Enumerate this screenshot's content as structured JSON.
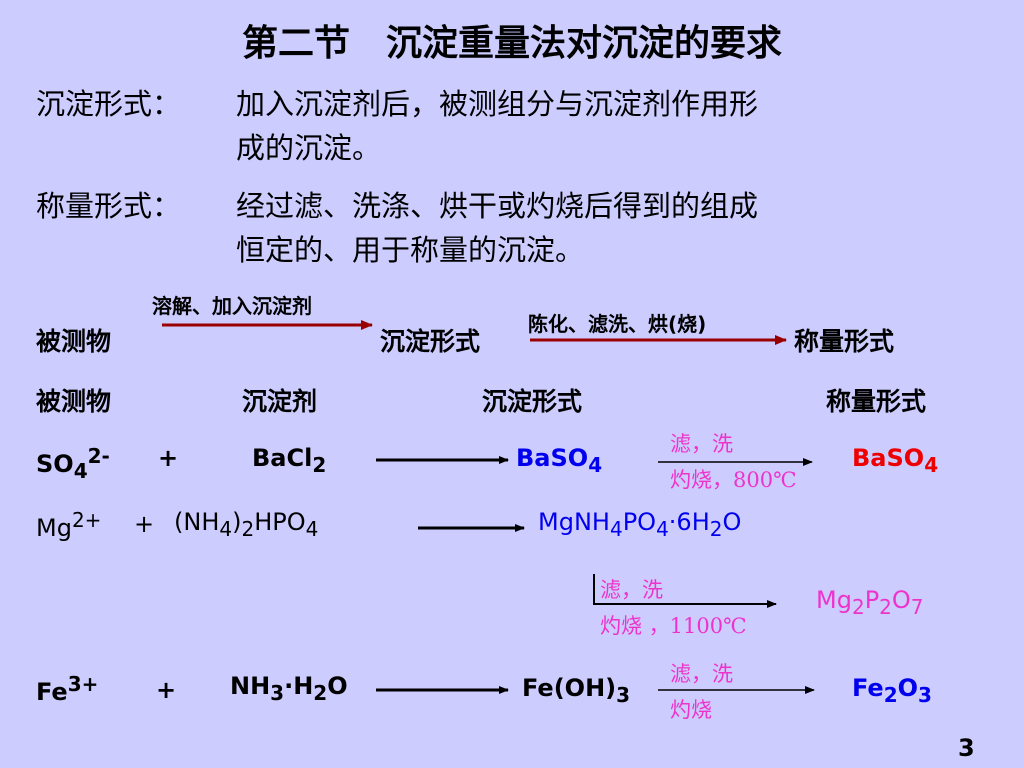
{
  "title": "第二节　沉淀重量法对沉淀的要求",
  "definitions": [
    {
      "term": "沉淀形式：",
      "lines": [
        "加入沉淀剂后，被测组分与沉淀剂作用形",
        "成的沉淀。"
      ]
    },
    {
      "term": "称量形式：",
      "lines": [
        "经过滤、洗涤、烘干或灼烧后得到的组成",
        "恒定的、用于称量的沉淀。"
      ]
    }
  ],
  "flow": {
    "start": "被测物",
    "step1_label": "溶解、加入沉淀剂",
    "middle": "沉淀形式",
    "step2_label": "陈化、滤洗、烘(烧)",
    "end": "称量形式"
  },
  "columns": [
    "被测物",
    "沉淀剂",
    "沉淀形式",
    "称量形式"
  ],
  "reactions": {
    "sulfate": {
      "analyte": "SO",
      "analyte_sub": "4",
      "analyte_sup": "2-",
      "plus": "+",
      "reagent": "BaCl",
      "reagent_sub": "2",
      "precip": "BaSO",
      "precip_sub": "4",
      "cond1": "滤，洗",
      "cond2": "灼烧，800℃",
      "weigh": "BaSO",
      "weigh_sub": "4",
      "colors": {
        "precip": "#0000EE",
        "weigh": "#EE0000"
      }
    },
    "magnesium": {
      "analyte": "Mg",
      "analyte_sup": "2+",
      "plus": "+",
      "reagent_a": "(NH",
      "reagent_sub1": "4",
      "reagent_b": ")",
      "reagent_sub2": "2",
      "reagent_c": "HPO",
      "reagent_sub3": "4",
      "precip_a": "MgNH",
      "precip_sub1": "4",
      "precip_b": "PO",
      "precip_sub2": "4",
      "precip_c": "·6H",
      "precip_sub3": "2",
      "precip_d": "O",
      "cond1": "滤，洗",
      "cond2": "灼烧 ，1100℃",
      "weigh_a": "Mg",
      "weigh_sub1": "2",
      "weigh_b": "P",
      "weigh_sub2": "2",
      "weigh_c": "O",
      "weigh_sub3": "7",
      "colors": {
        "precip": "#0000EE",
        "weigh": "#EE33CC"
      }
    },
    "iron": {
      "analyte": "Fe",
      "analyte_sup": "3+",
      "plus": "+",
      "reagent_a": "NH",
      "reagent_sub1": "3",
      "reagent_b": "·H",
      "reagent_sub2": "2",
      "reagent_c": "O",
      "precip": "Fe(OH)",
      "precip_sub": "3",
      "cond1": "滤，洗",
      "cond2": "灼烧",
      "weigh_a": "Fe",
      "weigh_sub1": "2",
      "weigh_b": "O",
      "weigh_sub2": "3",
      "colors": {
        "weigh": "#0000EE"
      }
    }
  },
  "page_number": "3"
}
